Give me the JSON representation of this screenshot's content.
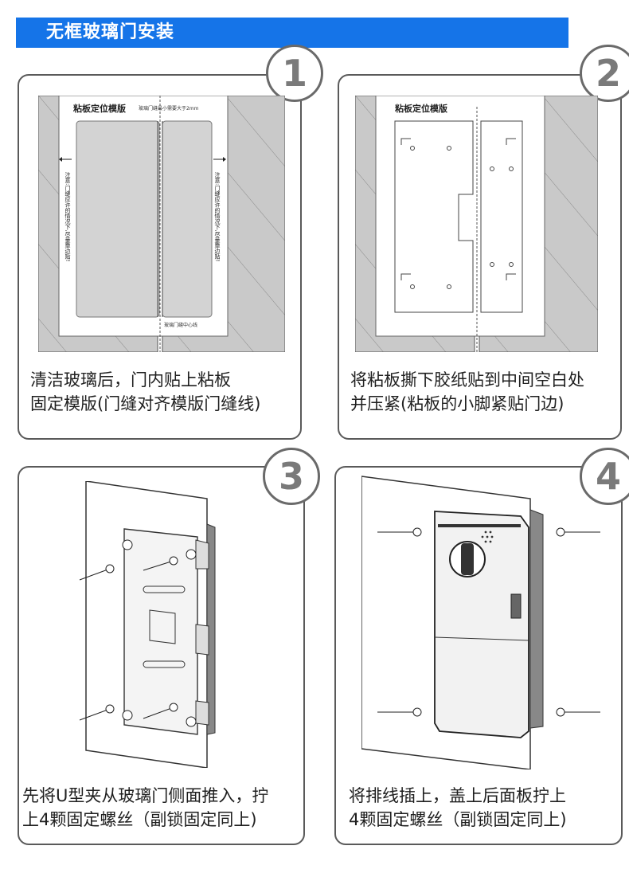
{
  "header": {
    "title": "无框玻璃门安装"
  },
  "steps": [
    {
      "number": "1",
      "template_title": "粘板定位模版",
      "top_note": "玻璃门缝最小需要大于2mm",
      "side_note_left": "注意:门缝应许的情况下,尽量靠边贴!",
      "side_note_right": "注意:门缝应许的情况下,尽量靠边贴!",
      "bottom_note": "玻璃门缝中心线",
      "caption_line1": "清洁玻璃后，门内贴上粘板",
      "caption_line2": "固定模版(门缝对齐模版门缝线)"
    },
    {
      "number": "2",
      "template_title": "粘板定位模版",
      "caption_line1": "将粘板撕下胶纸贴到中间空白处",
      "caption_line2": "并压紧(粘板的小脚紧贴门边)"
    },
    {
      "number": "3",
      "caption_line1": "先将U型夹从玻璃门侧面推入，拧",
      "caption_line2": "上4颗固定螺丝（副锁固定同上)"
    },
    {
      "number": "4",
      "caption_line1": "将排线插上，盖上后面板拧上",
      "caption_line2": "4颗固定螺丝（副锁固定同上)"
    }
  ],
  "colors": {
    "header_bg": "#1574e8",
    "glass": "#c8c8c8",
    "outline": "#4a4a4a"
  }
}
